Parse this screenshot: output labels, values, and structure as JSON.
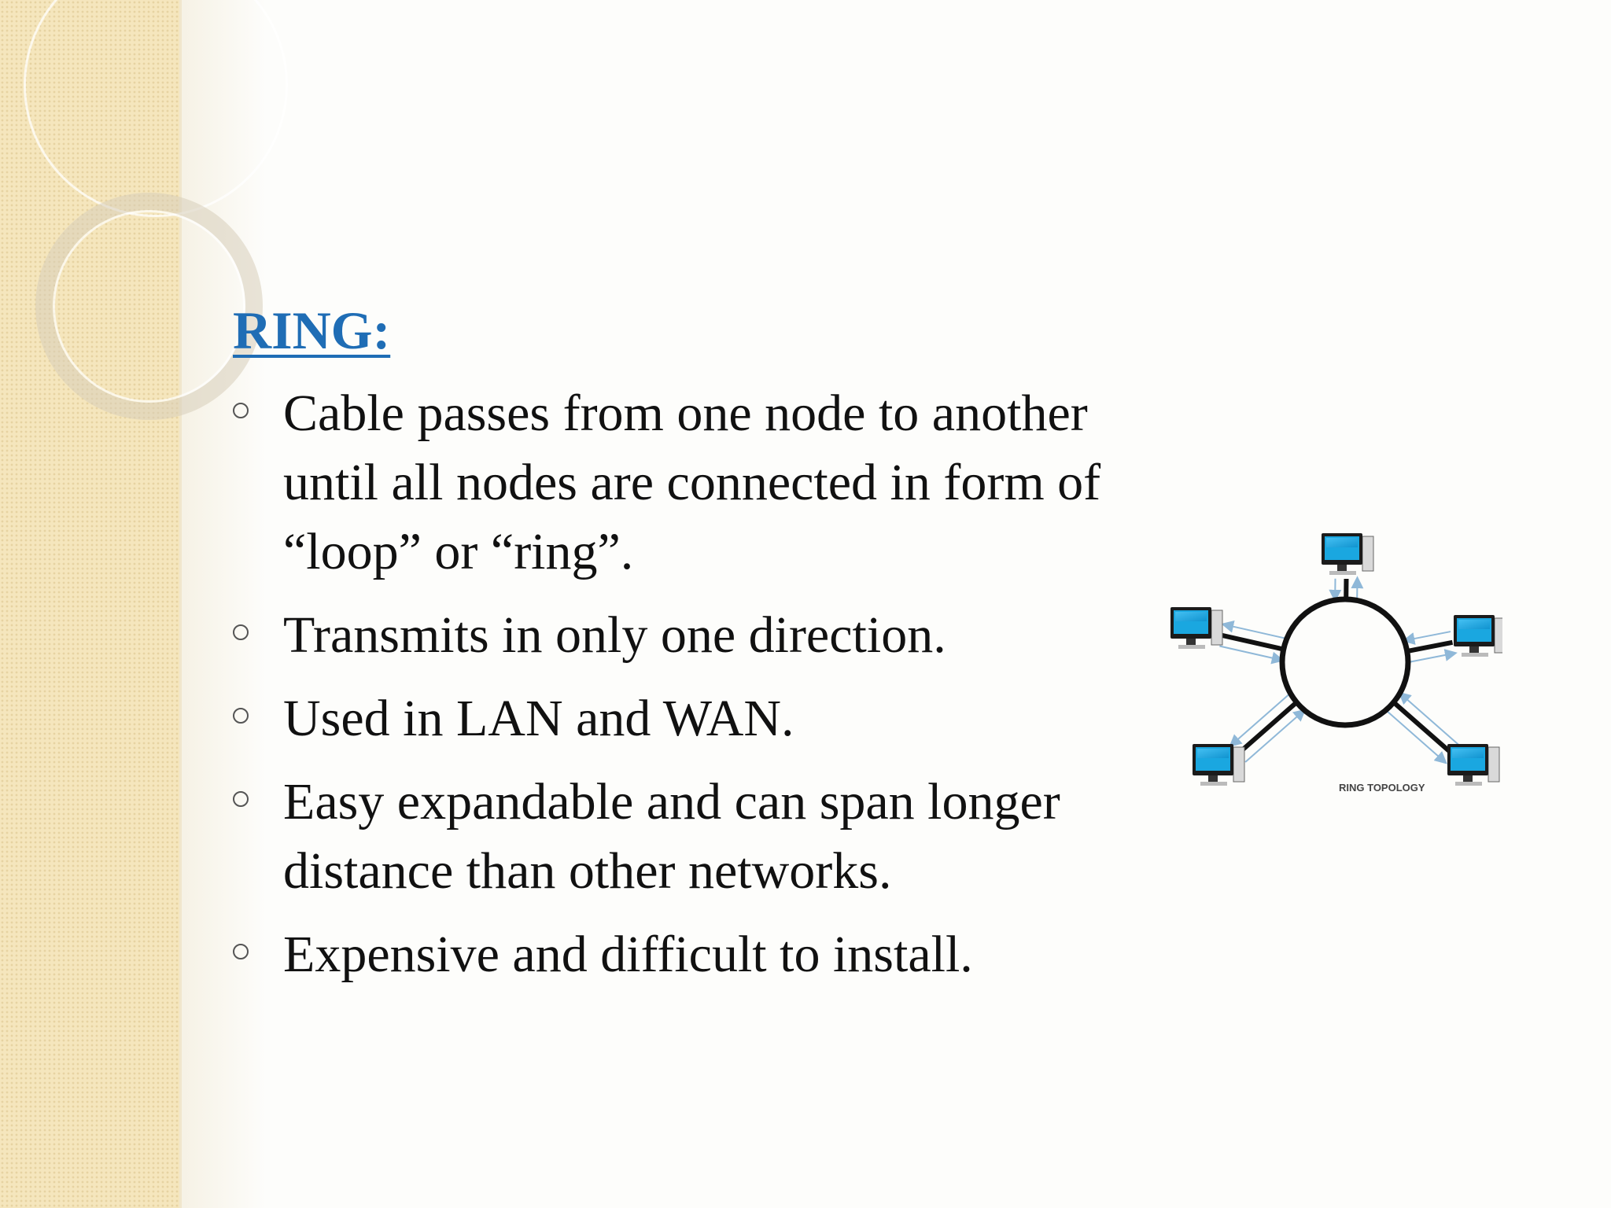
{
  "slide": {
    "heading": "RING:",
    "bullets": [
      "Cable passes from one node to another until  all nodes are connected in form of “loop” or “ring”.",
      "Transmits in only one direction.",
      "Used in LAN and WAN.",
      "Easy expandable and can span longer distance than other networks.",
      "Expensive and difficult to install."
    ],
    "diagram": {
      "caption": "RING TOPOLOGY",
      "node_count": 5,
      "monitor_color": "#1aa7e0"
    }
  }
}
